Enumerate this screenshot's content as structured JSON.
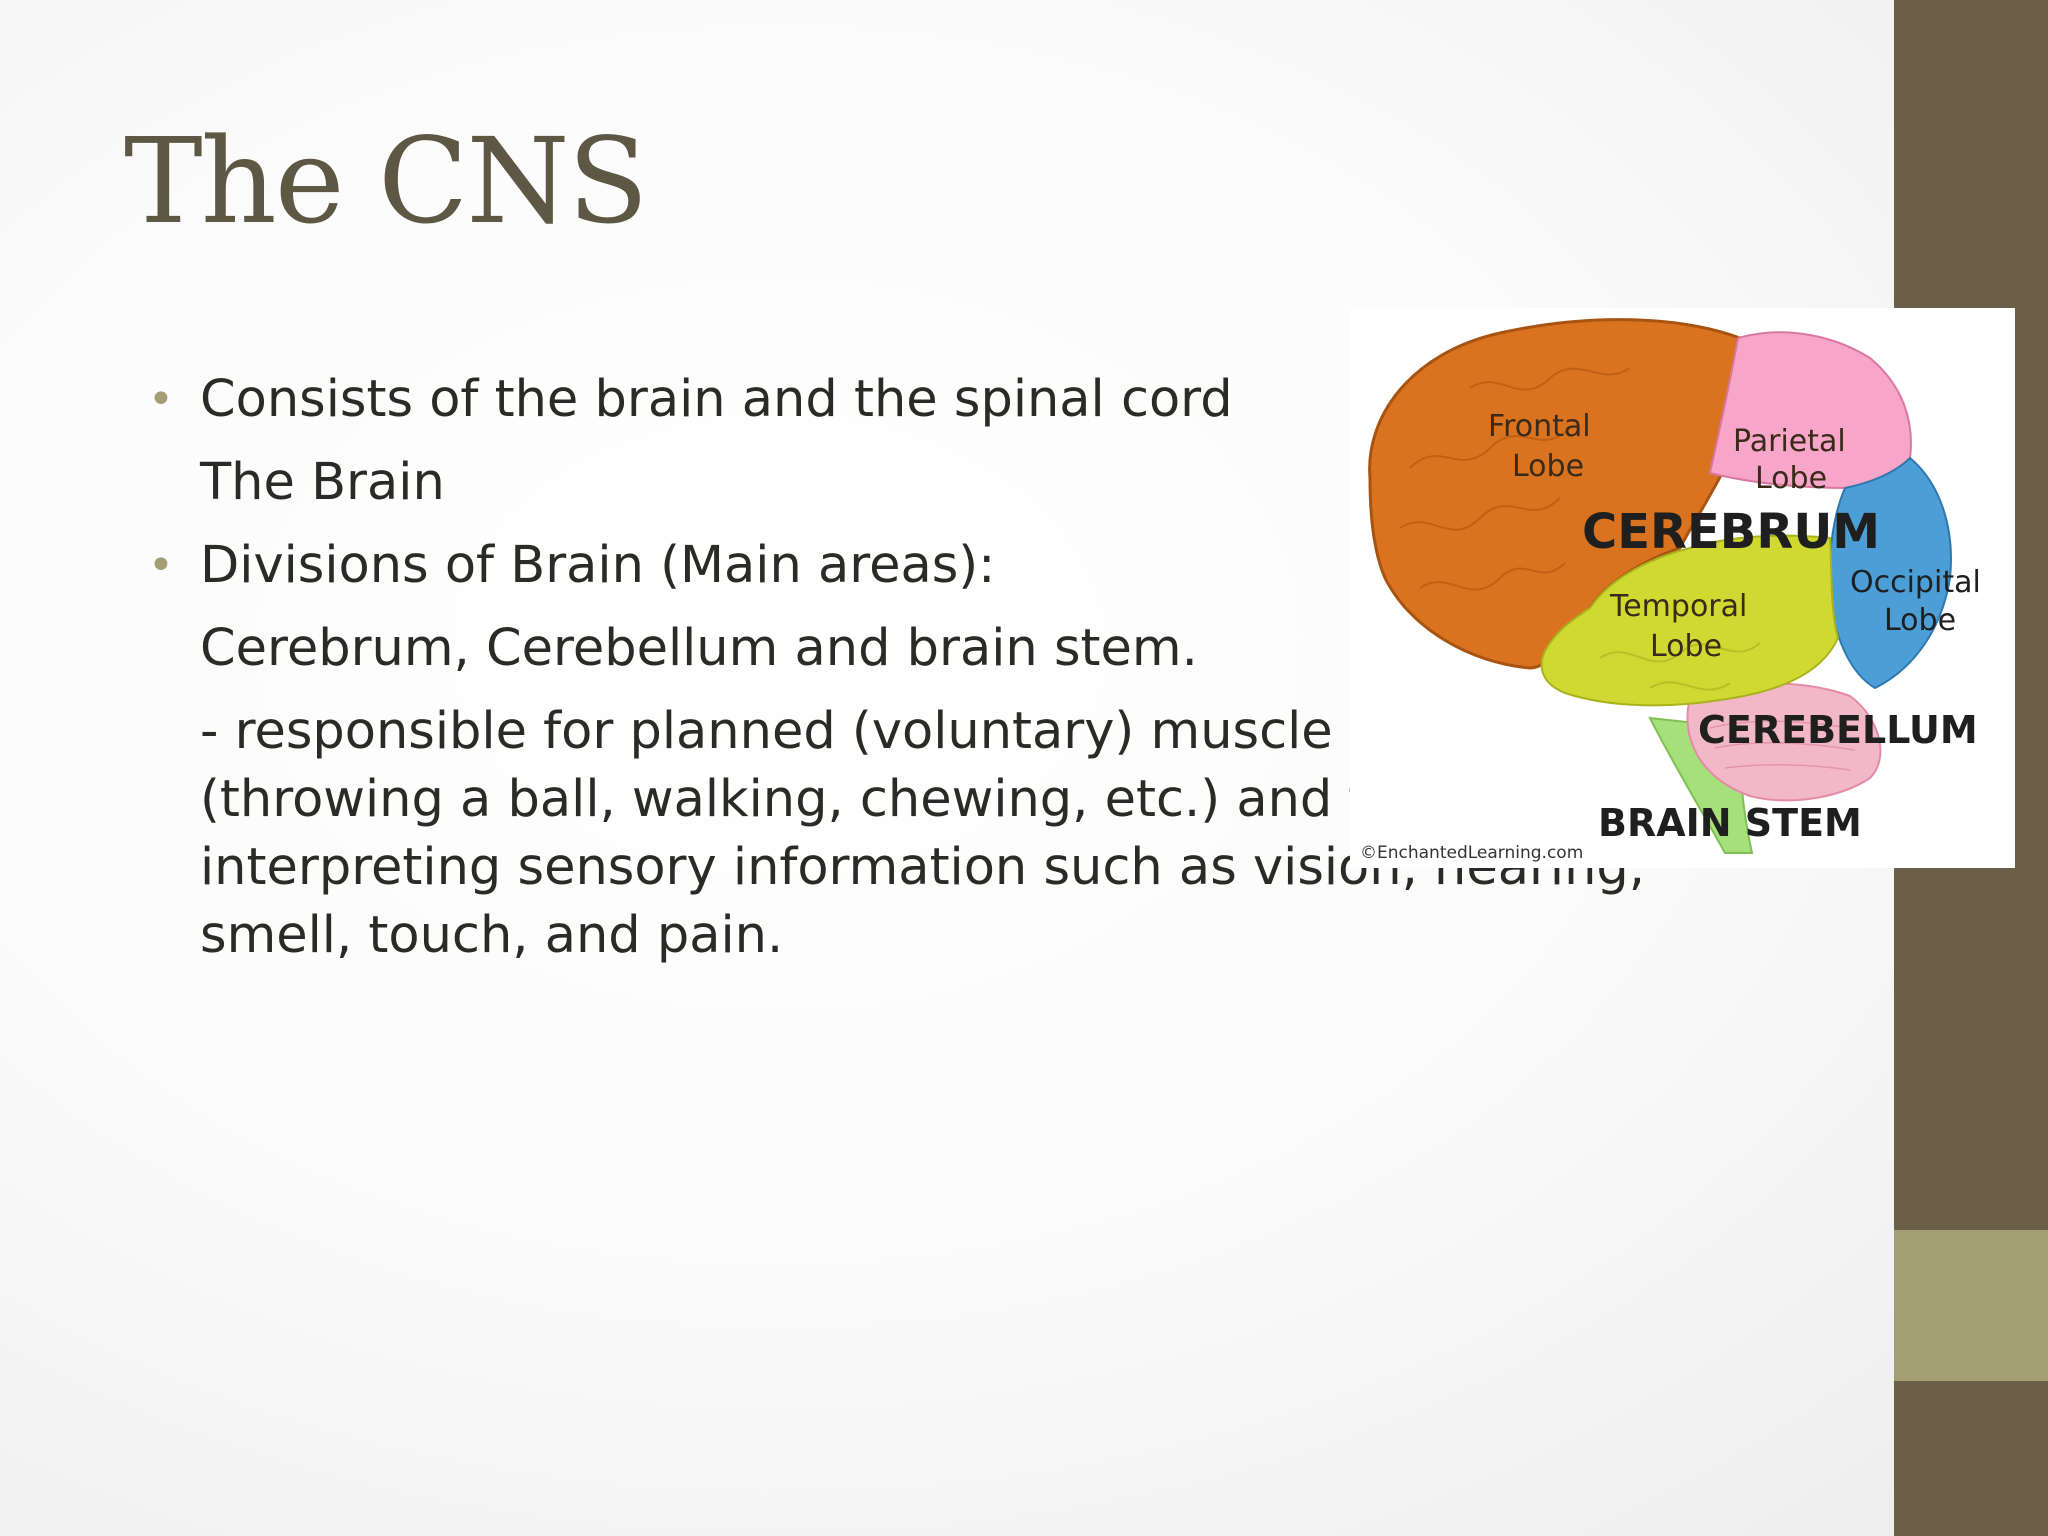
{
  "slide": {
    "title": "The CNS",
    "items": [
      {
        "bullet": true,
        "text": "Consists  of the brain and the spinal cord"
      },
      {
        "bullet": false,
        "text": "The Brain"
      },
      {
        "bullet": true,
        "text": "Divisions of Brain (Main areas):"
      },
      {
        "bullet": false,
        "text": "Cerebrum, Cerebellum  and brain stem."
      },
      {
        "bullet": false,
        "text": "- responsible for planned (voluntary) muscle movements (throwing a ball, walking, chewing, etc.) and for interpreting sensory information such as vision, hearing, smell, touch, and pain."
      }
    ],
    "bullet_char": "•"
  },
  "diagram": {
    "labels": {
      "frontal_1": "Frontal",
      "frontal_2": "Lobe",
      "parietal_1": "Parietal",
      "parietal_2": "Lobe",
      "cerebrum": "CEREBRUM",
      "occipital_1": "Occipital",
      "occipital_2": "Lobe",
      "temporal_1": "Temporal",
      "temporal_2": "Lobe",
      "cerebellum": "CEREBELLUM",
      "brain_stem": "BRAIN STEM",
      "copyright": "©EnchantedLearning.com"
    },
    "colors": {
      "frontal": "#d9731f",
      "parietal": "#f7a6c9",
      "occipital": "#4b9fd6",
      "temporal": "#cfd932",
      "cerebellum": "#f3b8c8",
      "brain_stem": "#a6e07a"
    }
  },
  "theme": {
    "sidebar": "#6b5f48",
    "sidebar_accent": "#a39e74",
    "title_color": "#5e5744"
  }
}
